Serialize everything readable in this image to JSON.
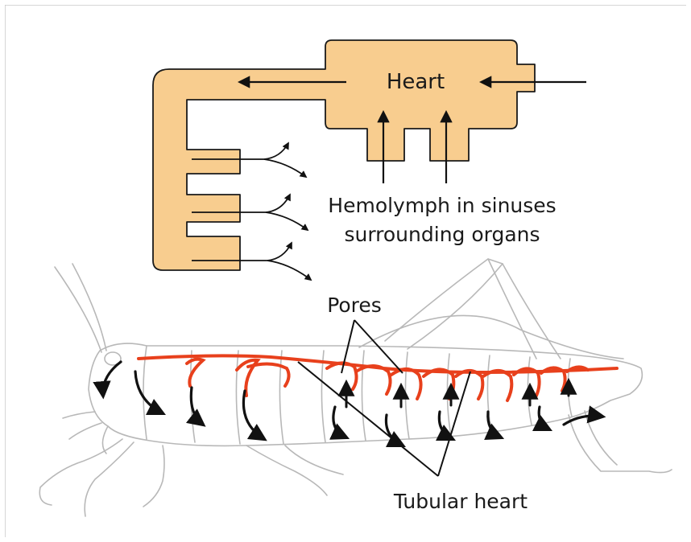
{
  "labels": {
    "heart": "Heart",
    "hemolymph_line1": "Hemolymph in sinuses",
    "hemolymph_line2": "surrounding organs",
    "pores": "Pores",
    "tubular_heart": "Tubular heart"
  },
  "colors": {
    "heart_fill": "#f8cd8f",
    "heart_outline": "#1a1a1a",
    "vessel_red": "#e8401c",
    "body_outline": "#b8b8b8",
    "arrow": "#111111",
    "frame_border": "#c8c8c8"
  }
}
